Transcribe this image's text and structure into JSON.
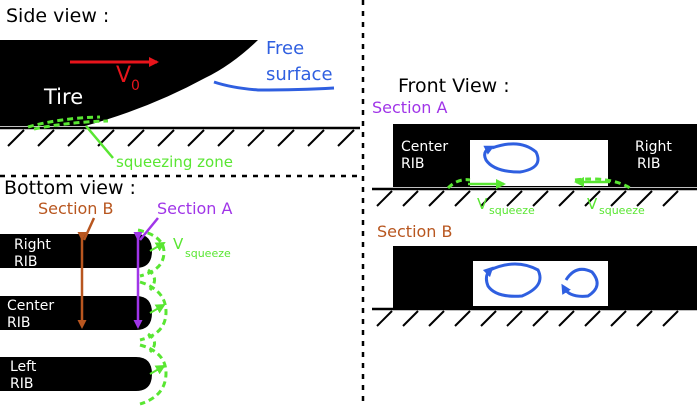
{
  "side_view": {
    "title": "Side view :",
    "tire_label": "Tire",
    "velocity_label": "V",
    "velocity_sub": "0",
    "free_surface_line1": "Free",
    "free_surface_line2": "surface",
    "squeezing_zone_label": "squeezing zone"
  },
  "bottom_view": {
    "title": "Bottom view :",
    "section_b_label": "Section B",
    "section_a_label": "Section A",
    "v_squeeze_label": "V",
    "v_squeeze_sub": "squeeze",
    "ribs": [
      {
        "line1": "Right",
        "line2": "RIB"
      },
      {
        "line1": "Center",
        "line2": "RIB"
      },
      {
        "line1": "Left",
        "line2": "RIB"
      }
    ]
  },
  "front_view": {
    "title": "Front View :",
    "section_a": {
      "label": "Section A",
      "center_rib_line1": "Center",
      "center_rib_line2": "RIB",
      "right_rib_line1": "Right",
      "right_rib_line2": "RIB",
      "v_squeeze_label": "V",
      "v_squeeze_sub": "squeeze"
    },
    "section_b": {
      "label": "Section B"
    }
  },
  "colors": {
    "velocity_arrow": "#e8141b",
    "free_surface": "#2f5fe0",
    "squeeze": "#59e632",
    "section_a": "#a035e8",
    "section_b": "#b8561f",
    "vortex": "#2f5fe0"
  }
}
